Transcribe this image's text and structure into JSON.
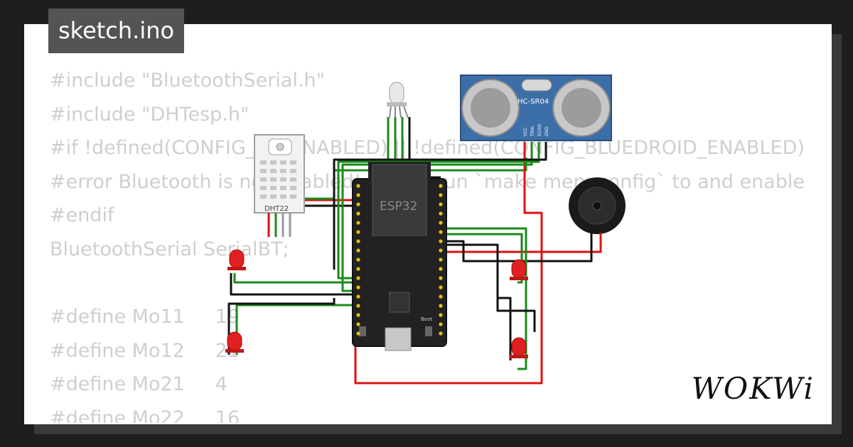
{
  "file_tab": "sketch.ino",
  "code_lines": [
    "#include \"BluetoothSerial.h\"",
    "#include \"DHTesp.h\"",
    "#if !defined(CONFIG_BT_ENABLED) || !defined(CONFIG_BLUEDROID_ENABLED)",
    "#error Bluetooth is not enabled! Please run `make menuconfig` to and enable it",
    "#endif",
    "BluetoothSerial SerialBT;",
    "",
    "#define Mo11     19",
    "#define Mo12     21",
    "#define Mo21     4",
    "#define Mo22     16"
  ],
  "parts": {
    "dht_label": "DHT22",
    "ultrasonic_label": "HC-SR04",
    "ultrasonic_pins": [
      "VCC",
      "TRIG",
      "ECHO",
      "GND"
    ],
    "board_label": "ESP32",
    "boot_label": "Boot"
  },
  "logo": "WOKWi",
  "colors": {
    "background": "#1e1e1e",
    "card": "#ffffff",
    "code_text": "#cfcfcf",
    "tab_bg": "#545454",
    "wire_green": "#1a8a1a",
    "wire_red": "#e01010",
    "wire_black": "#111111",
    "board": "#222222",
    "sensor_blue": "#3c6ea8"
  }
}
